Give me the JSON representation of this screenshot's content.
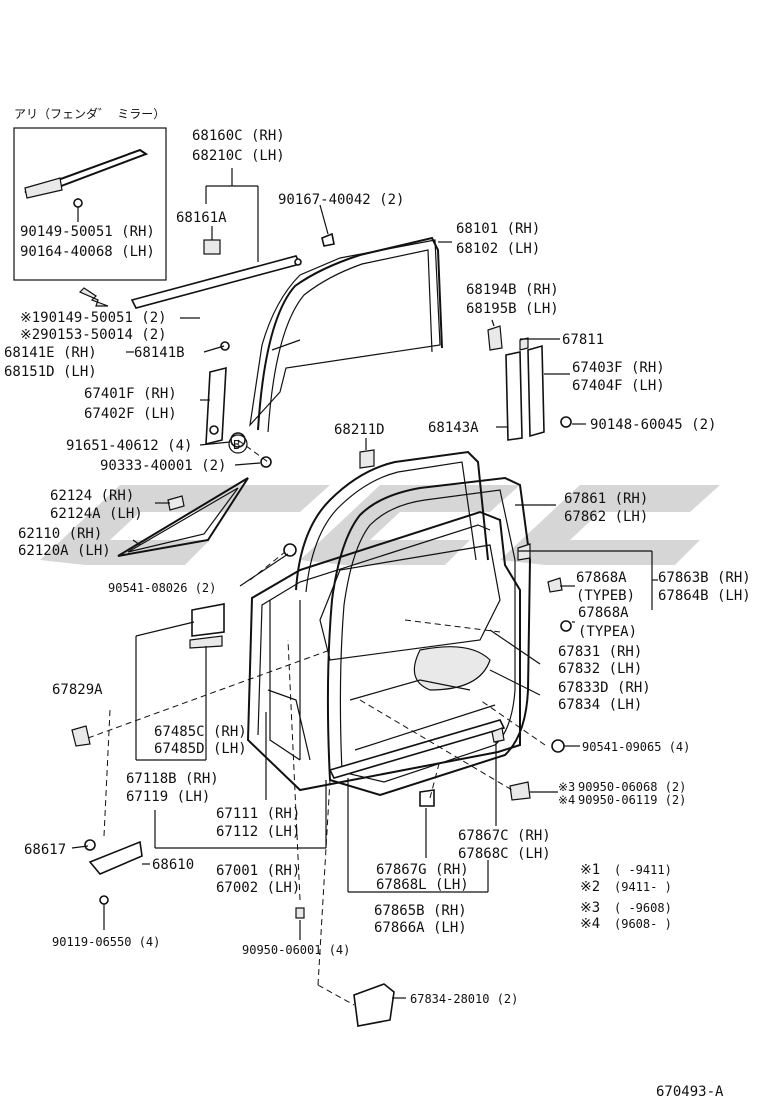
{
  "inset": {
    "title": "アリ（フェンダ゛ ミラー）",
    "parts": [
      "90149-50051 (RH)",
      "90164-40068 (LH)"
    ]
  },
  "labels": {
    "p68160": "68160C (RH)",
    "p68210": "68210C (LH)",
    "p68161": "68161A",
    "p90167": "90167-40042 (2)",
    "p68101": "68101 (RH)",
    "p68102": "68102 (LH)",
    "p68194": "68194B (RH)",
    "p68195": "68195B (LH)",
    "p190149": "※190149-50051 (2)",
    "p290153": "※290153-50014 (2)",
    "p68141e": "68141E (RH)",
    "p68151": "68151D (LH)",
    "p68141b": "68141B",
    "p67811": "67811",
    "p67403": "67403F (RH)",
    "p67404": "67404F (LH)",
    "p67401": "67401F (RH)",
    "p67402": "67402F (LH)",
    "p91651": "91651-40612 (4)",
    "p90333": "90333-40001 (2)",
    "p68211": "68211D",
    "p68143": "68143A",
    "p90148": "90148-60045 (2)",
    "p62124": "62124  (RH)",
    "p62124a": "62124A (LH)",
    "p62110": "62110  (RH)",
    "p62120": "62120A (LH)",
    "p67861": "67861 (RH)",
    "p67862": "67862 (LH)",
    "p90541a": "90541-08026 (2)",
    "p67868a1": "67868A",
    "p67868a1t": "(TYPEB)",
    "p67863": "67863B (RH)",
    "p67864": "67864B (LH)",
    "p67868a2": "67868A",
    "p67868a2t": "(TYPEA)",
    "p67831": "67831 (RH)",
    "p67832": "67832 (LH)",
    "p67829": "67829A",
    "p67833": "67833D (RH)",
    "p67834": "67834   (LH)",
    "p67485c": "67485C (RH)",
    "p67485d": "67485D (LH)",
    "p90541b": "90541-09065 (4)",
    "p67118": "67118B (RH)",
    "p67119": "67119   (LH)",
    "p90950a": "90950-06068 (2)",
    "p90950b": "90950-06119 (2)",
    "p67111": "67111 (RH)",
    "p67112": "67112 (LH)",
    "p67867c": "67867C (RH)",
    "p67868c": "67868C (LH)",
    "p68617": "68617",
    "p68610": "68610",
    "p67001": "67001 (RH)",
    "p67002": "67002 (LH)",
    "p67867g": "67867G (RH)",
    "p67868l": "67868L (LH)",
    "p67865": "67865B (RH)",
    "p67866": "67866A (LH)",
    "p90119": "90119-06550 (4)",
    "p90950c": "90950-06001 (4)",
    "p67834b": "67834-28010 (2)",
    "mark3": "※3",
    "mark4": "※4",
    "markB": "B"
  },
  "legend": [
    {
      "mark": "※1",
      "range": "(      -9411)"
    },
    {
      "mark": "※2",
      "range": "(9411-      )"
    },
    {
      "mark": "※3",
      "range": "(      -9608)"
    },
    {
      "mark": "※4",
      "range": "(9608-      )"
    }
  ],
  "diagram_id": "670493-A"
}
